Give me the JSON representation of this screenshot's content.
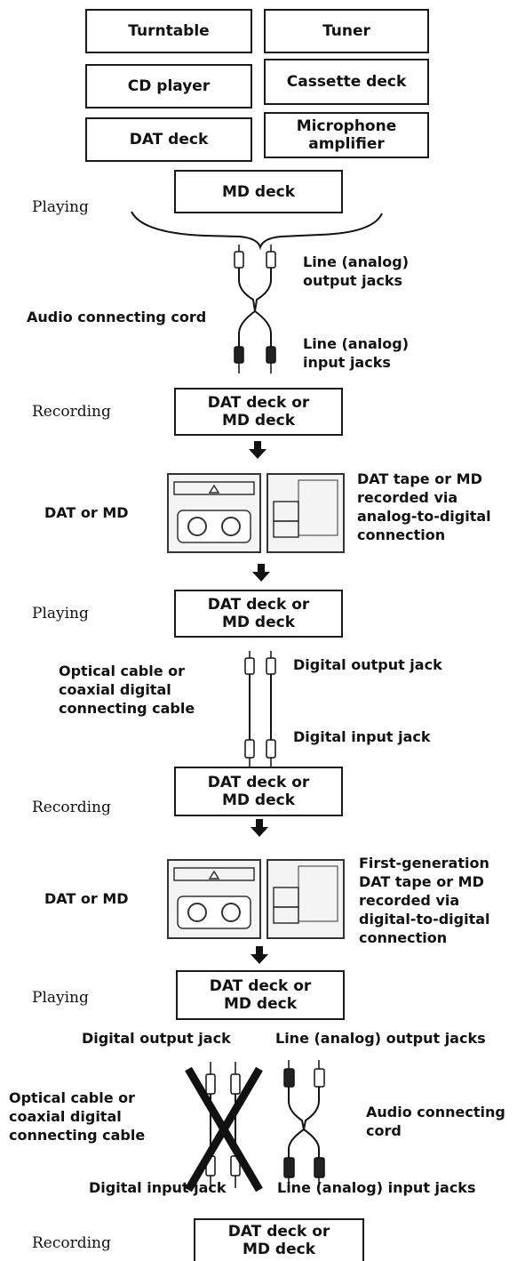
{
  "sources": {
    "turntable": "Turntable",
    "tuner": "Tuner",
    "cd_player": "CD player",
    "cassette_deck": "Cassette deck",
    "dat_deck": "DAT deck",
    "microphone_amplifier": "Microphone amplifier",
    "md_deck": "MD deck"
  },
  "stage1": {
    "playing": "Playing",
    "output_jacks": "Line (analog) output jacks",
    "cord": "Audio connecting cord",
    "input_jacks": "Line (analog) input jacks",
    "recording": "Recording",
    "recorder": "DAT deck or MD deck"
  },
  "media1": {
    "label": "DAT or MD",
    "desc": "DAT tape or MD recorded via analog-to-digital connection"
  },
  "stage2": {
    "playing": "Playing",
    "player": "DAT deck or MD deck",
    "cable": "Optical cable or coaxial digital connecting cable",
    "output_jack": "Digital output jack",
    "input_jack": "Digital input jack",
    "recording": "Recording",
    "recorder": "DAT deck or MD deck"
  },
  "media2": {
    "label": "DAT or MD",
    "desc": "First-generation DAT tape or MD recorded via digital-to-digital connection"
  },
  "stage3": {
    "playing": "Playing",
    "player": "DAT deck or MD deck",
    "digital_output": "Digital output jack",
    "line_output": "Line (analog) output jacks",
    "cable": "Optical cable or coaxial digital connecting cable",
    "cord": "Audio connecting cord",
    "digital_input": "Digital input jack",
    "line_input": "Line (analog) input jacks",
    "recording": "Recording",
    "recorder": "DAT deck or MD deck"
  }
}
